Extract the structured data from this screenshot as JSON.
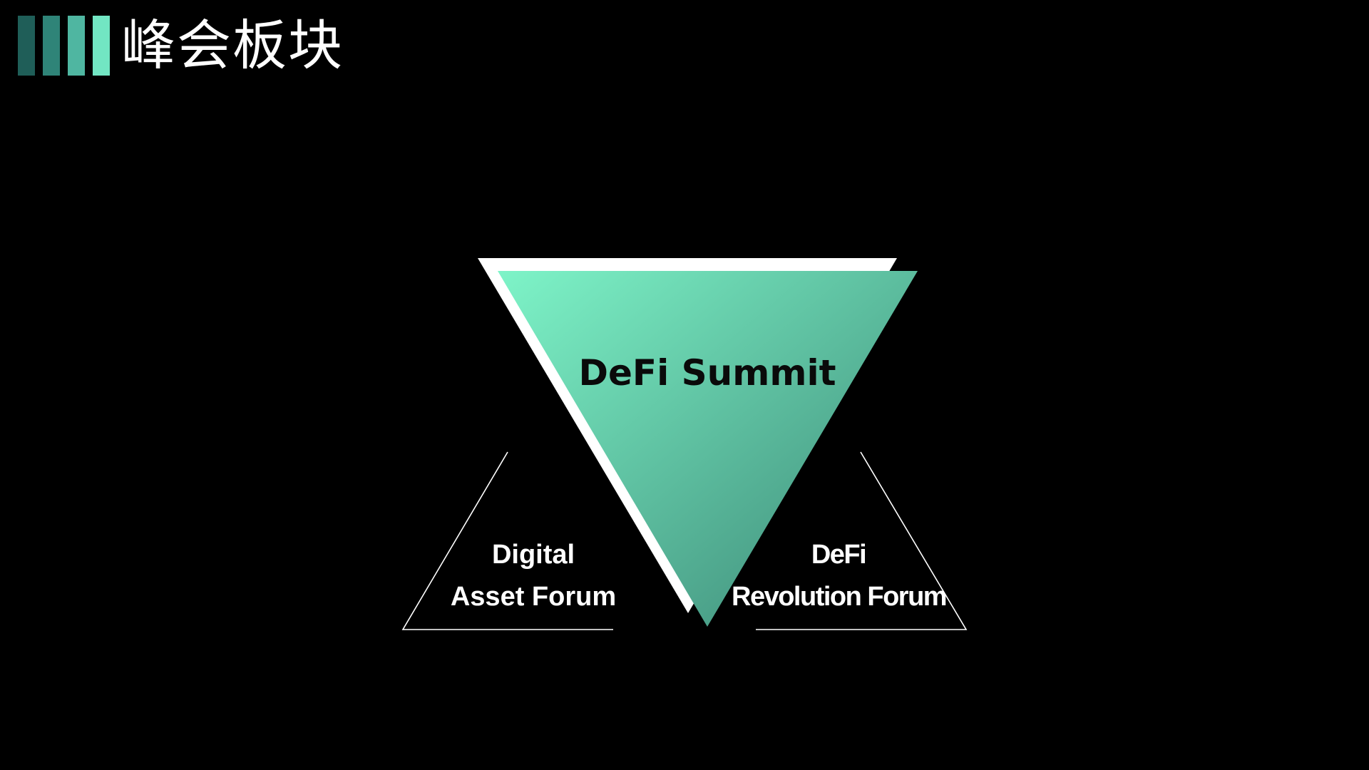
{
  "slide": {
    "title": "峰会板块",
    "header_bar_colors": [
      "#1f5e58",
      "#2f8478",
      "#4fb6a1",
      "#72e6c3"
    ]
  },
  "diagram": {
    "main_block": {
      "label": "DeFi Summit",
      "gradient_start": "#7ef4c8",
      "gradient_end": "#3a8574",
      "shadow_color": "#ffffff"
    },
    "side_blocks": [
      {
        "line1": "Digital",
        "line2": "Asset Forum",
        "outline_color": "#ffffff"
      },
      {
        "line1": "DeFi",
        "line2": "Revolution Forum",
        "outline_color": "#ffffff"
      }
    ]
  }
}
